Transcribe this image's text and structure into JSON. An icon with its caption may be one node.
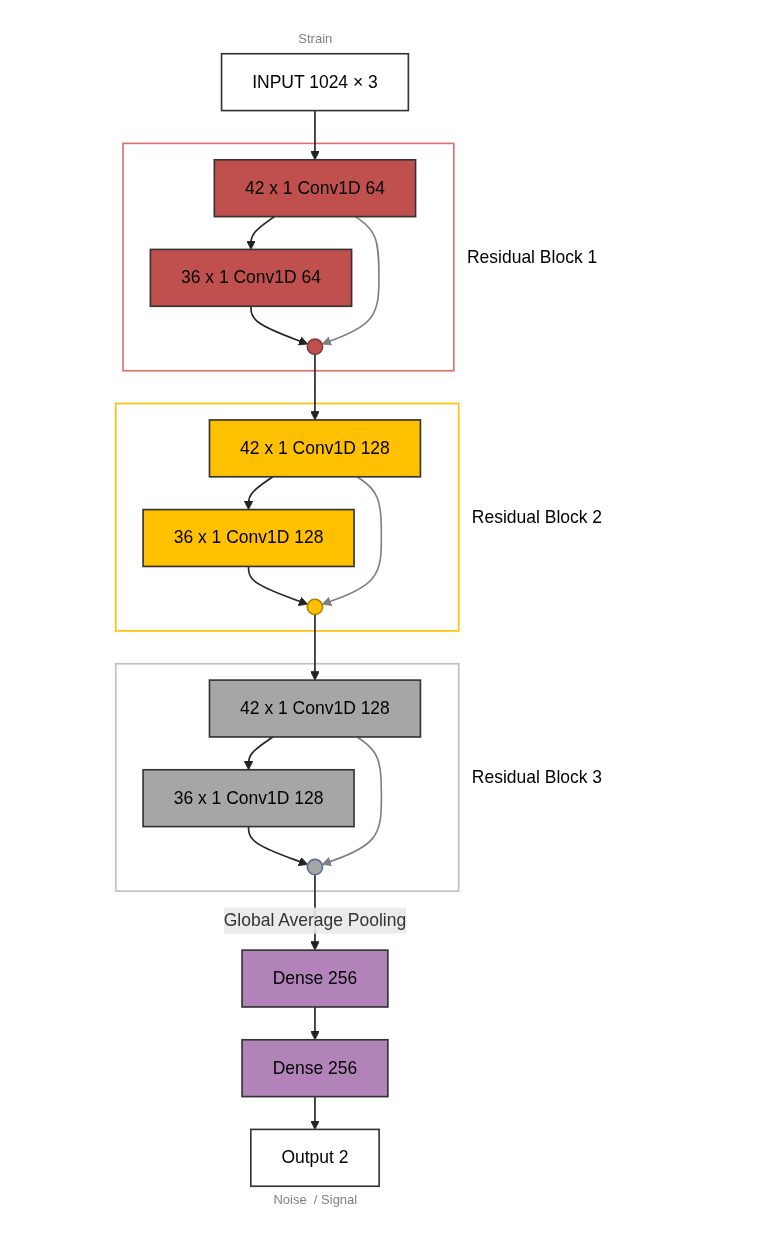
{
  "diagram": {
    "nodes": [
      {
        "text": [
          "INPUT 1024 × 3"
        ],
        "beside": [
          "Strain"
        ]
      },
      {
        "text": [
          "Residual Block 1"
        ]
      },
      {
        "text": [
          "42 x 1 Conv1D 64"
        ],
        "in": 1
      },
      {
        "text": [
          "36 x 1 Conv1D 64"
        ],
        "in": 1
      },
      {
        "text": [],
        "shape": "circle",
        "in": 1
      },
      {
        "text": [
          "Residual Block 2"
        ]
      },
      {
        "text": [
          "42 x 1 Conv1D 128"
        ],
        "in": 5
      },
      {
        "text": [
          "36 x 1 Conv1D 128"
        ],
        "in": 5
      },
      {
        "text": [],
        "shape": "circle",
        "in": 5
      },
      {
        "text": [
          "Residual Block 3"
        ]
      },
      {
        "text": [
          "42 x 1 Conv1D 128"
        ],
        "in": 9
      },
      {
        "text": [
          "36 x 1 Conv1D 128"
        ],
        "in": 9
      },
      {
        "text": [],
        "shape": "circle",
        "in": 9
      },
      {
        "text": [
          "Dense 256"
        ]
      },
      {
        "text": [
          "Dense 256"
        ]
      },
      {
        "text": [
          "Output 2"
        ],
        "beside": [
          "Noise  / Signal"
        ]
      }
    ],
    "edges": [
      {
        "from": 0,
        "to": 2,
        "arrow": "to"
      },
      {
        "from": 2,
        "to": 3,
        "arrow": "to"
      },
      {
        "from": 3,
        "to": 4,
        "arrow": "to"
      },
      {
        "from": 2,
        "to": 4,
        "arrow": "to",
        "color": "#808080"
      },
      {
        "from": 4,
        "to": 6,
        "arrow": "to"
      },
      {
        "from": 6,
        "to": 7,
        "arrow": "to"
      },
      {
        "from": 7,
        "to": 8,
        "arrow": "to"
      },
      {
        "from": 6,
        "to": 8,
        "arrow": "to",
        "color": "#808080"
      },
      {
        "from": 8,
        "to": 10,
        "arrow": "to"
      },
      {
        "from": 10,
        "to": 11,
        "arrow": "to"
      },
      {
        "from": 11,
        "to": 12,
        "arrow": "to"
      },
      {
        "from": 10,
        "to": 12,
        "arrow": "to",
        "color": "#808080"
      },
      {
        "from": 12,
        "to": 13,
        "arrow": "to",
        "label": "Global Average Pooling"
      },
      {
        "from": 13,
        "to": 14,
        "arrow": "to"
      },
      {
        "from": 14,
        "to": 15,
        "arrow": "to"
      }
    ]
  }
}
